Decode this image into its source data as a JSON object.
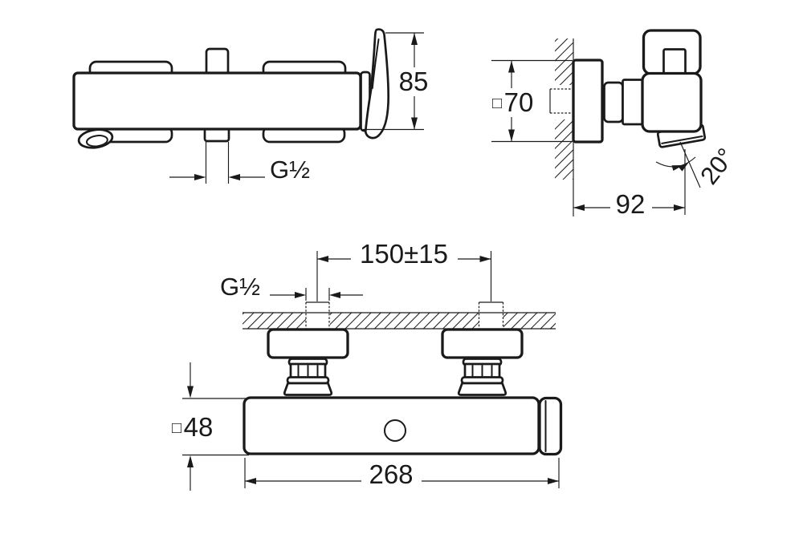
{
  "colors": {
    "background": "#ffffff",
    "lines": "#1a1a1a"
  },
  "dimensions": {
    "handle_height": "85",
    "thread_top_view": "G½",
    "square_70_symbol": "□",
    "square_70_value": "70",
    "depth": "92",
    "spout_angle": "20°",
    "inlet_spacing": "150±15",
    "thread_front_view": "G½",
    "square_48_symbol": "□",
    "square_48_value": "48",
    "body_length": "268"
  }
}
